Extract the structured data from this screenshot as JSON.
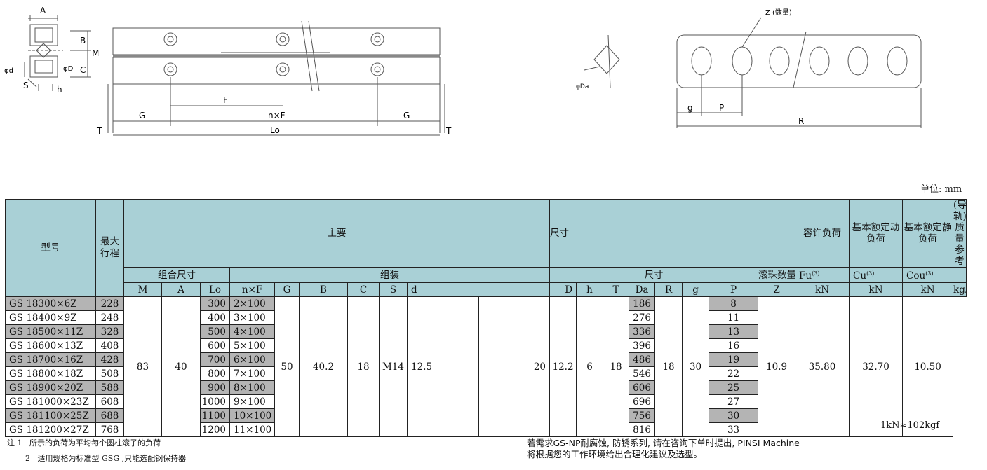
{
  "drawing": {
    "labels": {
      "A": "A",
      "B": "B",
      "C": "C",
      "M": "M",
      "d": "φd",
      "D": "φD",
      "S": "S",
      "h": "h",
      "F": "F",
      "nF": "n×F",
      "G1": "G",
      "G2": "G",
      "T1": "T",
      "T2": "T",
      "Lo": "Lo",
      "Da": "φDa",
      "Z": "Z (数量)",
      "g": "g",
      "P": "P",
      "R": "R"
    }
  },
  "unit_label": "单位: mm",
  "table": {
    "headers": {
      "model": "型号",
      "max_stroke": "最大行程",
      "main": "主要",
      "dims": "尺寸",
      "group_dims": "组合尺寸",
      "assembly": "组装",
      "size": "尺寸",
      "rollers": "滚珠数量",
      "allow_load": "容许负荷",
      "dyn_load": "基本额定动负荷",
      "static_load": "基本额定静负荷",
      "mass": "(导轨)质量参考",
      "cols": {
        "M": "M",
        "A": "A",
        "Lo": "Lo",
        "nF": "n×F",
        "G": "G",
        "B": "B",
        "C": "C",
        "S": "S",
        "d": "d",
        "D": "D",
        "h": "h",
        "T": "T",
        "Da": "Da",
        "R": "R",
        "g": "g",
        "P": "P",
        "Z": "Z"
      },
      "fu": "Fu",
      "cu": "Cu",
      "cou": "Cou",
      "sup3": "(3)",
      "unit_kn1": "kN",
      "unit_kn2": "kN",
      "unit_kn3": "kN",
      "unit_kgm": "kg/m"
    },
    "rows": [
      {
        "model": "GS 18300×6Z",
        "stroke": "228",
        "Lo": "300",
        "nF": "2×100",
        "R": "186",
        "Z": "8"
      },
      {
        "model": "GS 18400×9Z",
        "stroke": "248",
        "Lo": "400",
        "nF": "3×100",
        "R": "276",
        "Z": "11"
      },
      {
        "model": "GS 18500×11Z",
        "stroke": "328",
        "Lo": "500",
        "nF": "4×100",
        "R": "336",
        "Z": "13"
      },
      {
        "model": "GS 18600×13Z",
        "stroke": "408",
        "Lo": "600",
        "nF": "5×100",
        "R": "396",
        "Z": "16"
      },
      {
        "model": "GS 18700×16Z",
        "stroke": "428",
        "Lo": "700",
        "nF": "6×100",
        "R": "486",
        "Z": "19"
      },
      {
        "model": "GS 18800×18Z",
        "stroke": "508",
        "Lo": "800",
        "nF": "7×100",
        "R": "546",
        "Z": "22"
      },
      {
        "model": "GS 18900×20Z",
        "stroke": "588",
        "Lo": "900",
        "nF": "8×100",
        "R": "606",
        "Z": "25"
      },
      {
        "model": "GS 181000×23Z",
        "stroke": "608",
        "Lo": "1000",
        "nF": "9×100",
        "R": "696",
        "Z": "27"
      },
      {
        "model": "GS 181100×25Z",
        "stroke": "688",
        "Lo": "1100",
        "nF": "10×100",
        "R": "756",
        "Z": "30"
      },
      {
        "model": "GS 181200×27Z",
        "stroke": "768",
        "Lo": "1200",
        "nF": "11×100",
        "R": "816",
        "Z": "33"
      }
    ],
    "common": {
      "M": "83",
      "A": "40",
      "G": "50",
      "B": "40.2",
      "C": "18",
      "S": "M14",
      "d": "12.5",
      "D": "20",
      "h": "12.2",
      "T": "6",
      "Da": "18",
      "g": "18",
      "P": "30",
      "Fu": "10.9",
      "Cu": "35.80",
      "Cou": "32.70",
      "mass": "10.50"
    }
  },
  "conversion": "1kN≈102kgf",
  "notes": {
    "n1_prefix": "注  1",
    "n1": "所示的负荷为平均每个圆柱滚子的负荷",
    "n2_prefix": "2",
    "n2": "适用规格为标准型  GSG ,只能选配钢保持器",
    "extra_1": "若需求GS-NP耐腐蚀, 防锈系列, 请在咨询下单时提出, PINSI Machine",
    "extra_2": "将根据您的工作环境给出合理化建议及选型。"
  }
}
